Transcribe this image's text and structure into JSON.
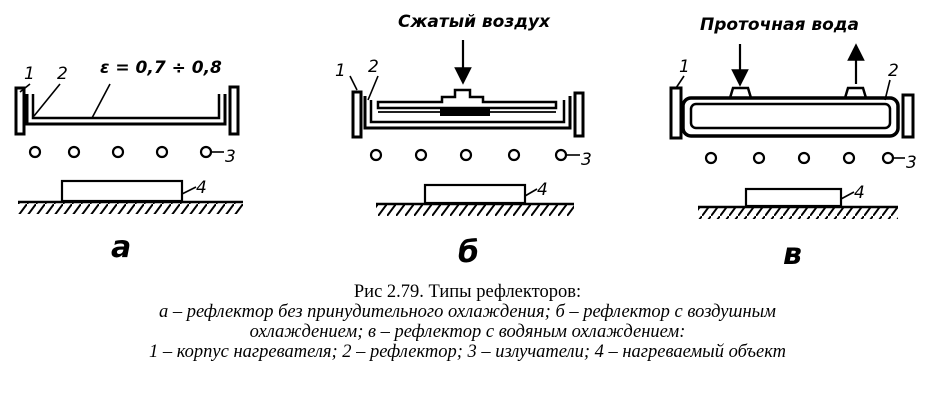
{
  "labels": {
    "part1": "1",
    "part2": "2",
    "part3": "3",
    "part4": "4",
    "emissivity": "ε = 0,7 ÷ 0,8",
    "compressed_air": "Сжатый воздух",
    "flowing_water": "Проточная вода"
  },
  "sublabels": {
    "a": "а",
    "b": "б",
    "c": "в"
  },
  "caption": {
    "title": "Рис 2.79. Типы рефлекторов:",
    "line1": "а – рефлектор без принудительного охлаждения; б – рефлектор с воздушным",
    "line2": "охлаждением; в – рефлектор с водяным охлаждением:",
    "line3": "1 – корпус нагревателя; 2 – рефлектор; 3 – излучатели; 4 – нагреваемый объект"
  }
}
